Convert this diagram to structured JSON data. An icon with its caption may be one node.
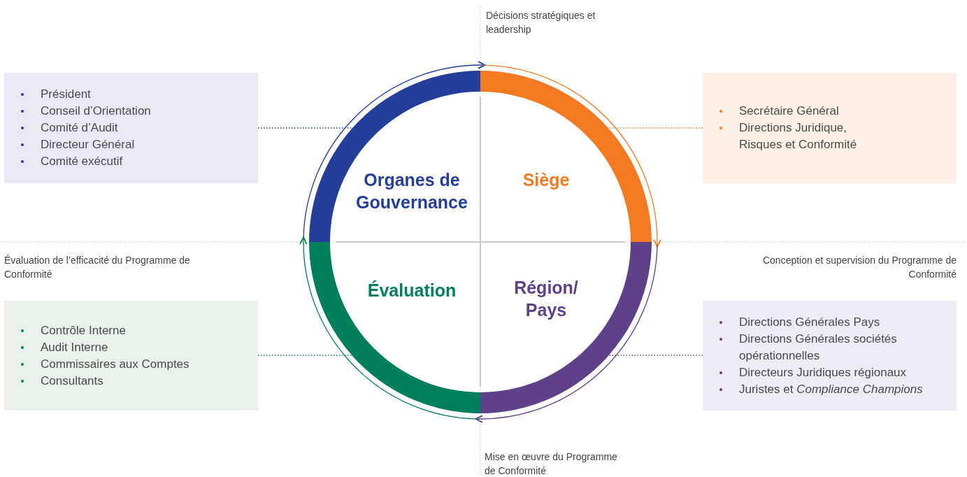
{
  "diagram": {
    "nodes": [
      {
        "text": [
          "Président",
          "Conseil d’Orientation",
          "Comité d’Audit",
          "Directeur Général",
          "Comité exécutif"
        ]
      },
      {
        "text": [
          "Organes de Gouvernance"
        ]
      },
      {
        "text": [
          "Siège"
        ]
      },
      {
        "text": [
          "Secrétaire Général",
          "Directions Juridique, Risques et Conformité"
        ]
      },
      {
        "text": [
          "Évaluation"
        ]
      },
      {
        "text": [
          "Région/ Pays"
        ]
      },
      {
        "text": [
          "Contrôle Interne",
          "Audit Interne",
          "Commissaires aux Comptes",
          "Consultants"
        ]
      },
      {
        "text": [
          "Directions Générales Pays",
          "Directions Générales sociétés opérationnelles",
          "Directeurs Juridiques régionaux",
          "Juristes et *Compliance Champions*"
        ]
      }
    ],
    "edges": [
      {
        "from": 1,
        "to": 2,
        "arrow": "to",
        "color": "#233f99"
      },
      {
        "from": 2,
        "to": 5,
        "arrow": "to",
        "color": "#f37a21"
      },
      {
        "from": 5,
        "to": 4,
        "arrow": "to",
        "color": "#5f4189"
      },
      {
        "from": 4,
        "to": 1,
        "arrow": "to",
        "color": "#007f5c"
      },
      {
        "from": 0,
        "to": 1,
        "arrow": "none",
        "style": "dashed",
        "color": "#233f99"
      },
      {
        "from": 3,
        "to": 2,
        "arrow": "none",
        "style": "dashed",
        "color": "#f37a21"
      },
      {
        "from": 6,
        "to": 4,
        "arrow": "none",
        "style": "dashed",
        "color": "#007f5c"
      },
      {
        "from": 7,
        "to": 5,
        "arrow": "none",
        "style": "dashed",
        "color": "#5f4189"
      }
    ],
    "labels": [
      "Décisions stratégiques et leadership",
      "Évaluation de l’efficacité du Programme de Conformité",
      "Conception et supervision du Programme de Conformité",
      "Mise en œuvre du Programme de Conformité"
    ]
  }
}
